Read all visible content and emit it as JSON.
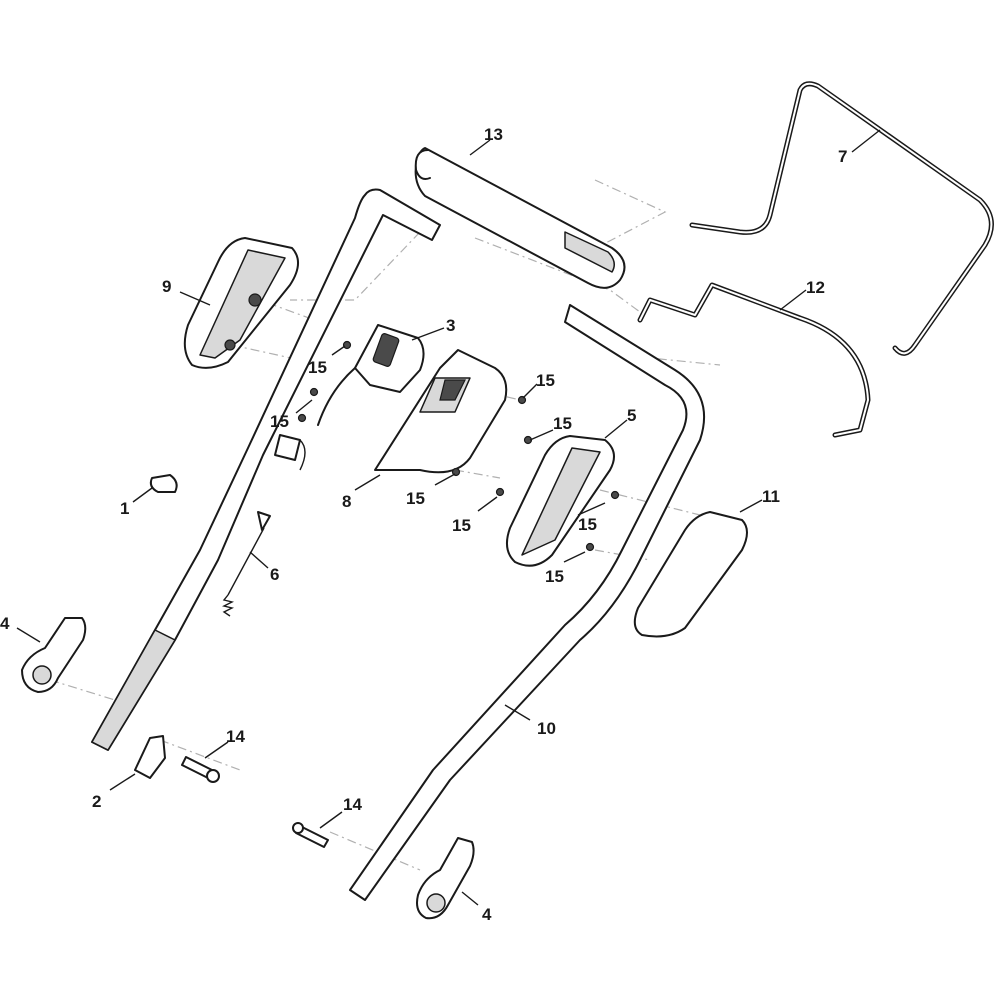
{
  "diagram": {
    "callouts": {
      "c1": "1",
      "c2": "2",
      "c3": "3",
      "c4a": "4",
      "c4b": "4",
      "c5": "5",
      "c6": "6",
      "c7": "7",
      "c8": "8",
      "c9": "9",
      "c10": "10",
      "c11": "11",
      "c12": "12",
      "c13": "13",
      "c14a": "14",
      "c14b": "14",
      "c15a": "15",
      "c15b": "15",
      "c15c": "15",
      "c15d": "15",
      "c15e": "15",
      "c15f": "15",
      "c15g": "15",
      "c15h": "15"
    }
  }
}
